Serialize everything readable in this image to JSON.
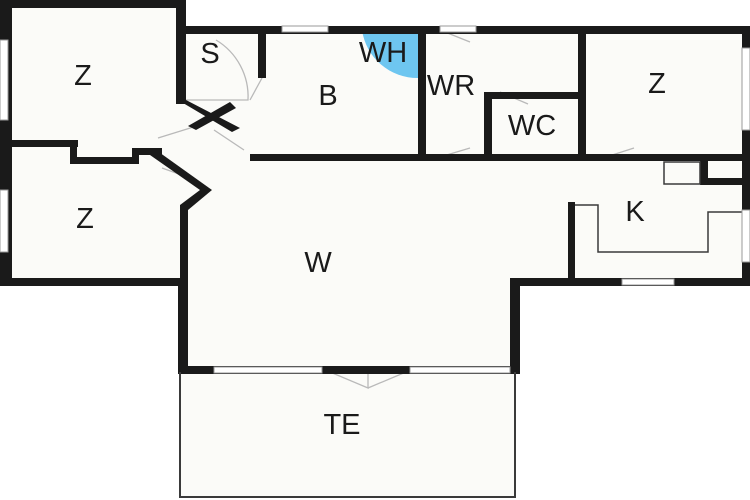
{
  "rooms": {
    "bedroom_nw": "Z",
    "storage": "S",
    "water_heater": "WH",
    "bathroom": "B",
    "washroom": "WR",
    "toilet": "WC",
    "bedroom_ne": "Z",
    "bedroom_w": "Z",
    "kitchen": "K",
    "living": "W",
    "terrace": "TE"
  },
  "colors": {
    "wall": "#1a1a1a",
    "floor": "#fbfbf8",
    "water_heater_fill": "#6ec6f0"
  }
}
